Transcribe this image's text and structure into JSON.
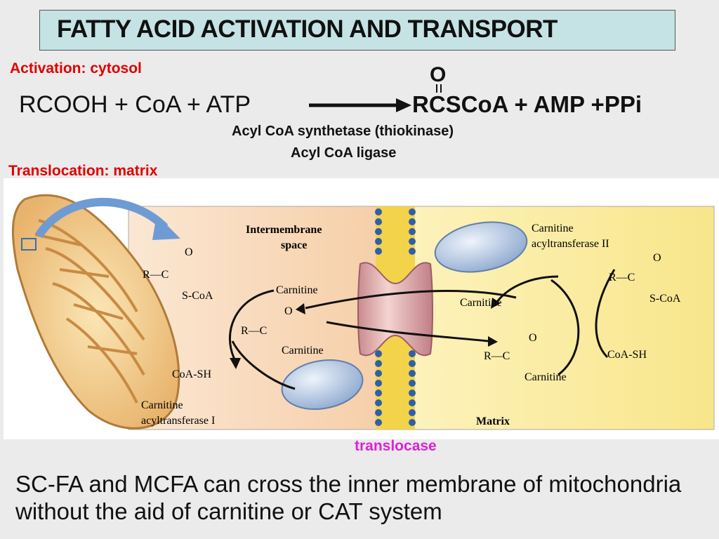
{
  "title": "FATTY ACID ACTIVATION  AND TRANSPORT",
  "activation_label": "Activation: cytosol",
  "equation": {
    "left": "RCOOH + CoA + ATP",
    "right": "RCSCoA + AMP +PPi",
    "oxygen": "O"
  },
  "enzymes": {
    "line1": "Acyl CoA synthetase (thiokinase)",
    "line2": "Acyl CoA ligase"
  },
  "translocation_label": "Translocation: matrix",
  "diagram": {
    "intermembrane_space": [
      "Intermembrane",
      "space"
    ],
    "matrix": "Matrix",
    "cat2": [
      "Carnitine",
      "acyltransferase II"
    ],
    "cat1": [
      "Carnitine",
      "acyltransferase I"
    ],
    "carnitine": "Carnitine",
    "coash": "CoA-SH",
    "scoa": "S-CoA",
    "r_c": "R—C",
    "o": "O"
  },
  "translocase": "translocase",
  "bottom_text": "SC-FA and MCFA can cross the inner membrane of mitochondria without the aid of carnitine or CAT system"
}
